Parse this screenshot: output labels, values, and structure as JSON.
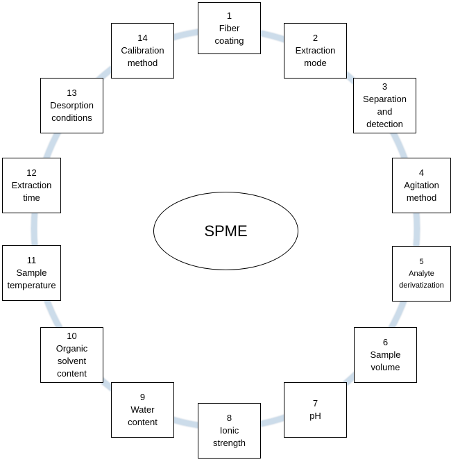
{
  "center": {
    "label": "SPME"
  },
  "steps": [
    {
      "number": "1",
      "lines": [
        "Fiber",
        "coating"
      ]
    },
    {
      "number": "2",
      "lines": [
        "Extraction",
        "mode"
      ]
    },
    {
      "number": "3",
      "lines": [
        "Separation",
        "and",
        "detection"
      ]
    },
    {
      "number": "4",
      "lines": [
        "Agitation",
        "method"
      ]
    },
    {
      "number": "5",
      "lines": [
        "Analyte",
        "derivatization"
      ]
    },
    {
      "number": "6",
      "lines": [
        "Sample",
        "volume"
      ]
    },
    {
      "number": "7",
      "lines": [
        "pH"
      ]
    },
    {
      "number": "8",
      "lines": [
        "Ionic",
        "strength"
      ]
    },
    {
      "number": "9",
      "lines": [
        "Water",
        "content"
      ]
    },
    {
      "number": "10",
      "lines": [
        "Organic",
        "solvent",
        "content"
      ]
    },
    {
      "number": "11",
      "lines": [
        "Sample",
        "temperature"
      ]
    },
    {
      "number": "12",
      "lines": [
        "Extraction",
        "time"
      ]
    },
    {
      "number": "13",
      "lines": [
        "Desorption",
        "conditions"
      ]
    },
    {
      "number": "14",
      "lines": [
        "Calibration",
        "method"
      ]
    }
  ],
  "colors": {
    "ring": "#ccdcea",
    "border": "#000000",
    "background": "#ffffff"
  }
}
